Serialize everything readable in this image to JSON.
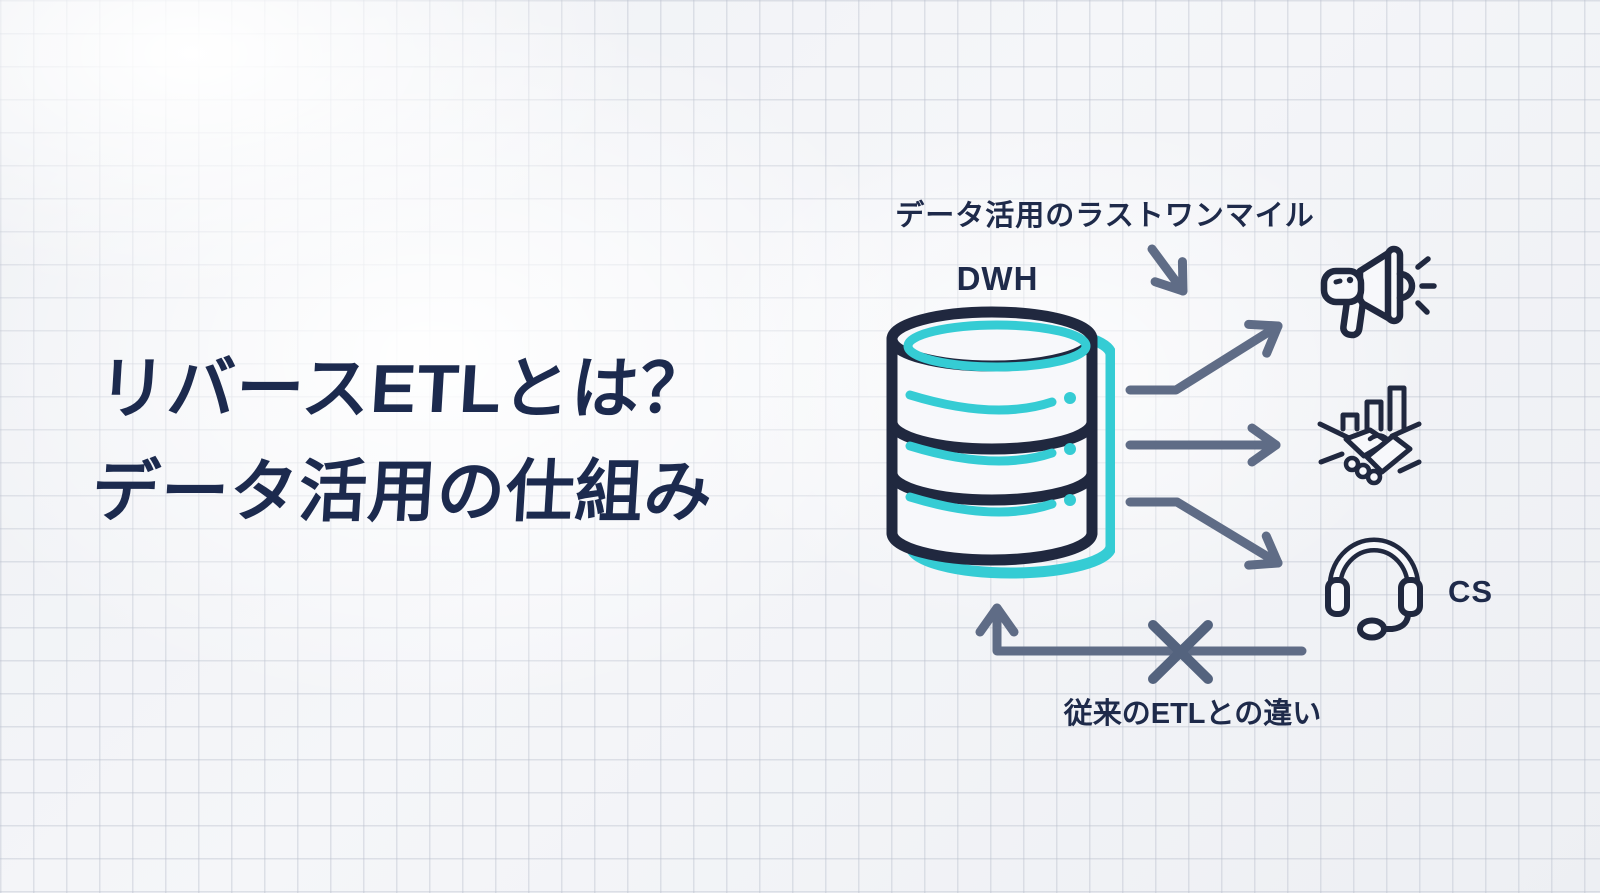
{
  "title": {
    "line1": "リバースETLとは？",
    "line2": "データ活用の仕組み"
  },
  "diagram": {
    "last_mile_label": "データ活用のラストワンマイル",
    "dwh_label": "DWH",
    "cs_label": "CS",
    "legacy_etl_label": "従来のETLとの違い",
    "source": {
      "name": "data-warehouse",
      "icon": "database-icon",
      "label": "DWH"
    },
    "targets": [
      {
        "name": "marketing",
        "icon": "megaphone-icon"
      },
      {
        "name": "sales",
        "icon": "handshake-chart-icon"
      },
      {
        "name": "customer-support",
        "icon": "headset-icon",
        "label": "CS"
      }
    ],
    "flows": [
      {
        "from": "DWH",
        "to": "marketing",
        "type": "forward-arrow"
      },
      {
        "from": "DWH",
        "to": "sales",
        "type": "forward-arrow"
      },
      {
        "from": "DWH",
        "to": "customer-support",
        "type": "forward-arrow"
      },
      {
        "from": "targets",
        "to": "DWH",
        "type": "crossed-out-return-arrow",
        "label": "従来のETLとの違い"
      }
    ],
    "colors": {
      "navy": "#1e2a4a",
      "teal": "#35ccd4",
      "arrow_gray": "#5f6c86",
      "background": "#f1f2f6",
      "grid_line": "#dde0e7"
    }
  }
}
